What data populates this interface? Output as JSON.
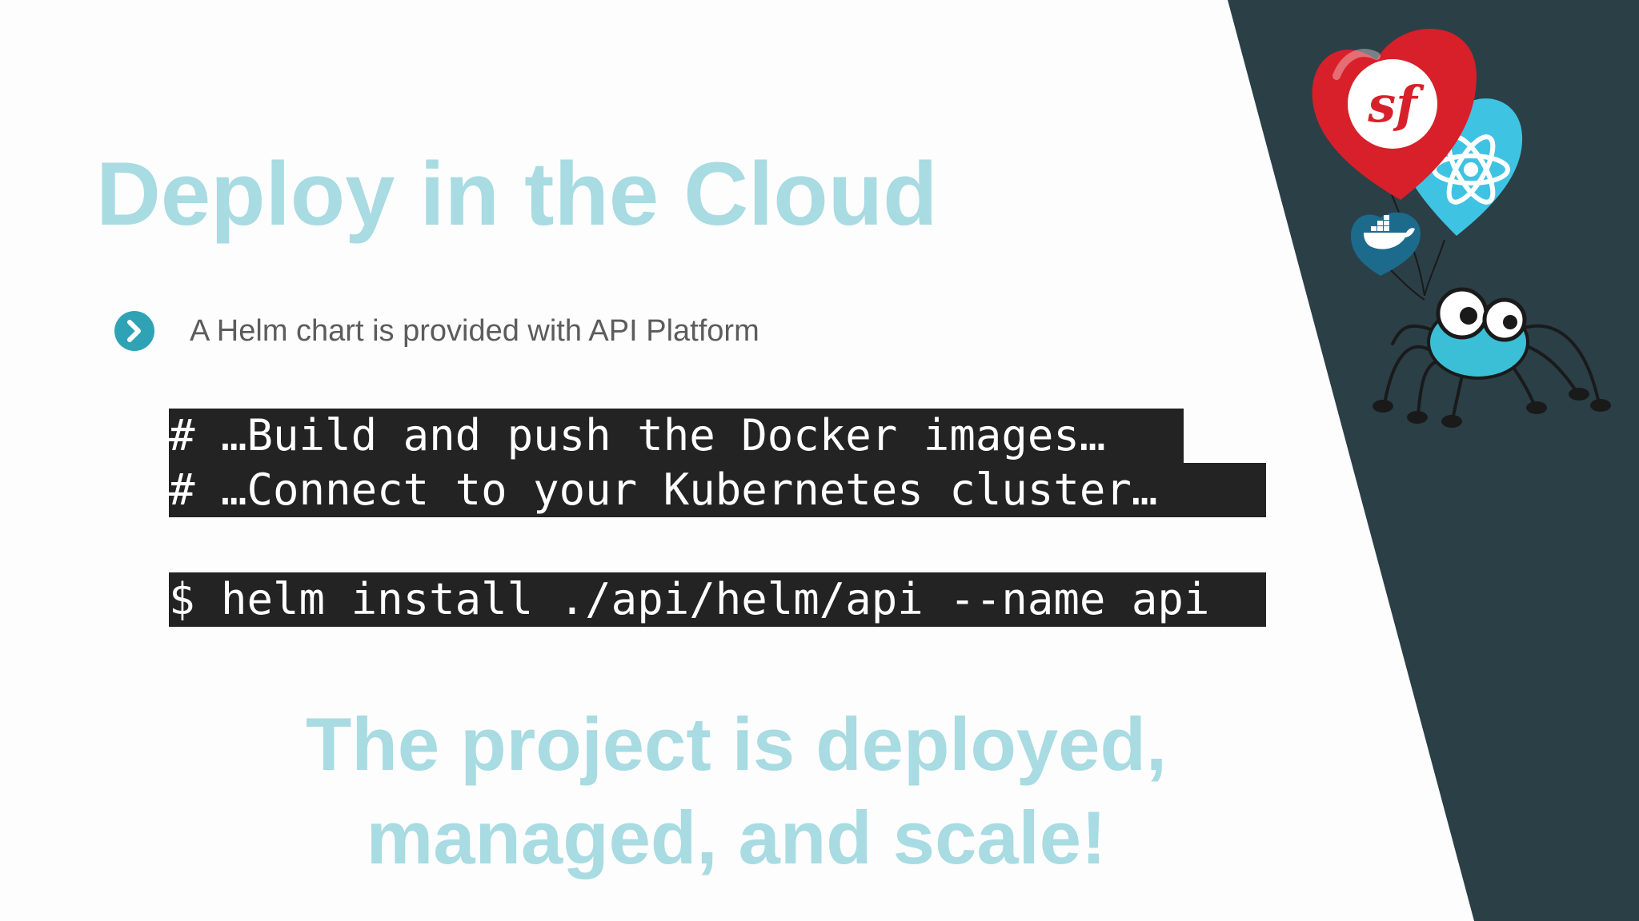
{
  "slide": {
    "title": "Deploy in the Cloud",
    "bullet": "A Helm chart is provided with API Platform",
    "code_lines": [
      "# …Build and push the Docker images… ",
      "# …Connect to your Kubernetes cluster… ",
      "$ helm install ./api/helm/api --name api"
    ],
    "tagline": {
      "line1": "The project is deployed,",
      "line2": "managed, and scale!"
    },
    "logo_text": {
      "symfony": "sf"
    }
  },
  "colors": {
    "title": "#a8dbe2",
    "panel": "#2b3f47",
    "bullet_icon": "#2fa3b5",
    "code_bg": "#232323",
    "symfony_balloon": "#d8202a",
    "react_balloon": "#3fc3e3",
    "docker_balloon": "#1c6b8c",
    "spider_body": "#3bbfd6"
  },
  "icons": [
    "chevron-right-circle-icon",
    "symfony-logo-icon",
    "react-logo-icon",
    "docker-logo-icon",
    "api-platform-spider-icon"
  ]
}
